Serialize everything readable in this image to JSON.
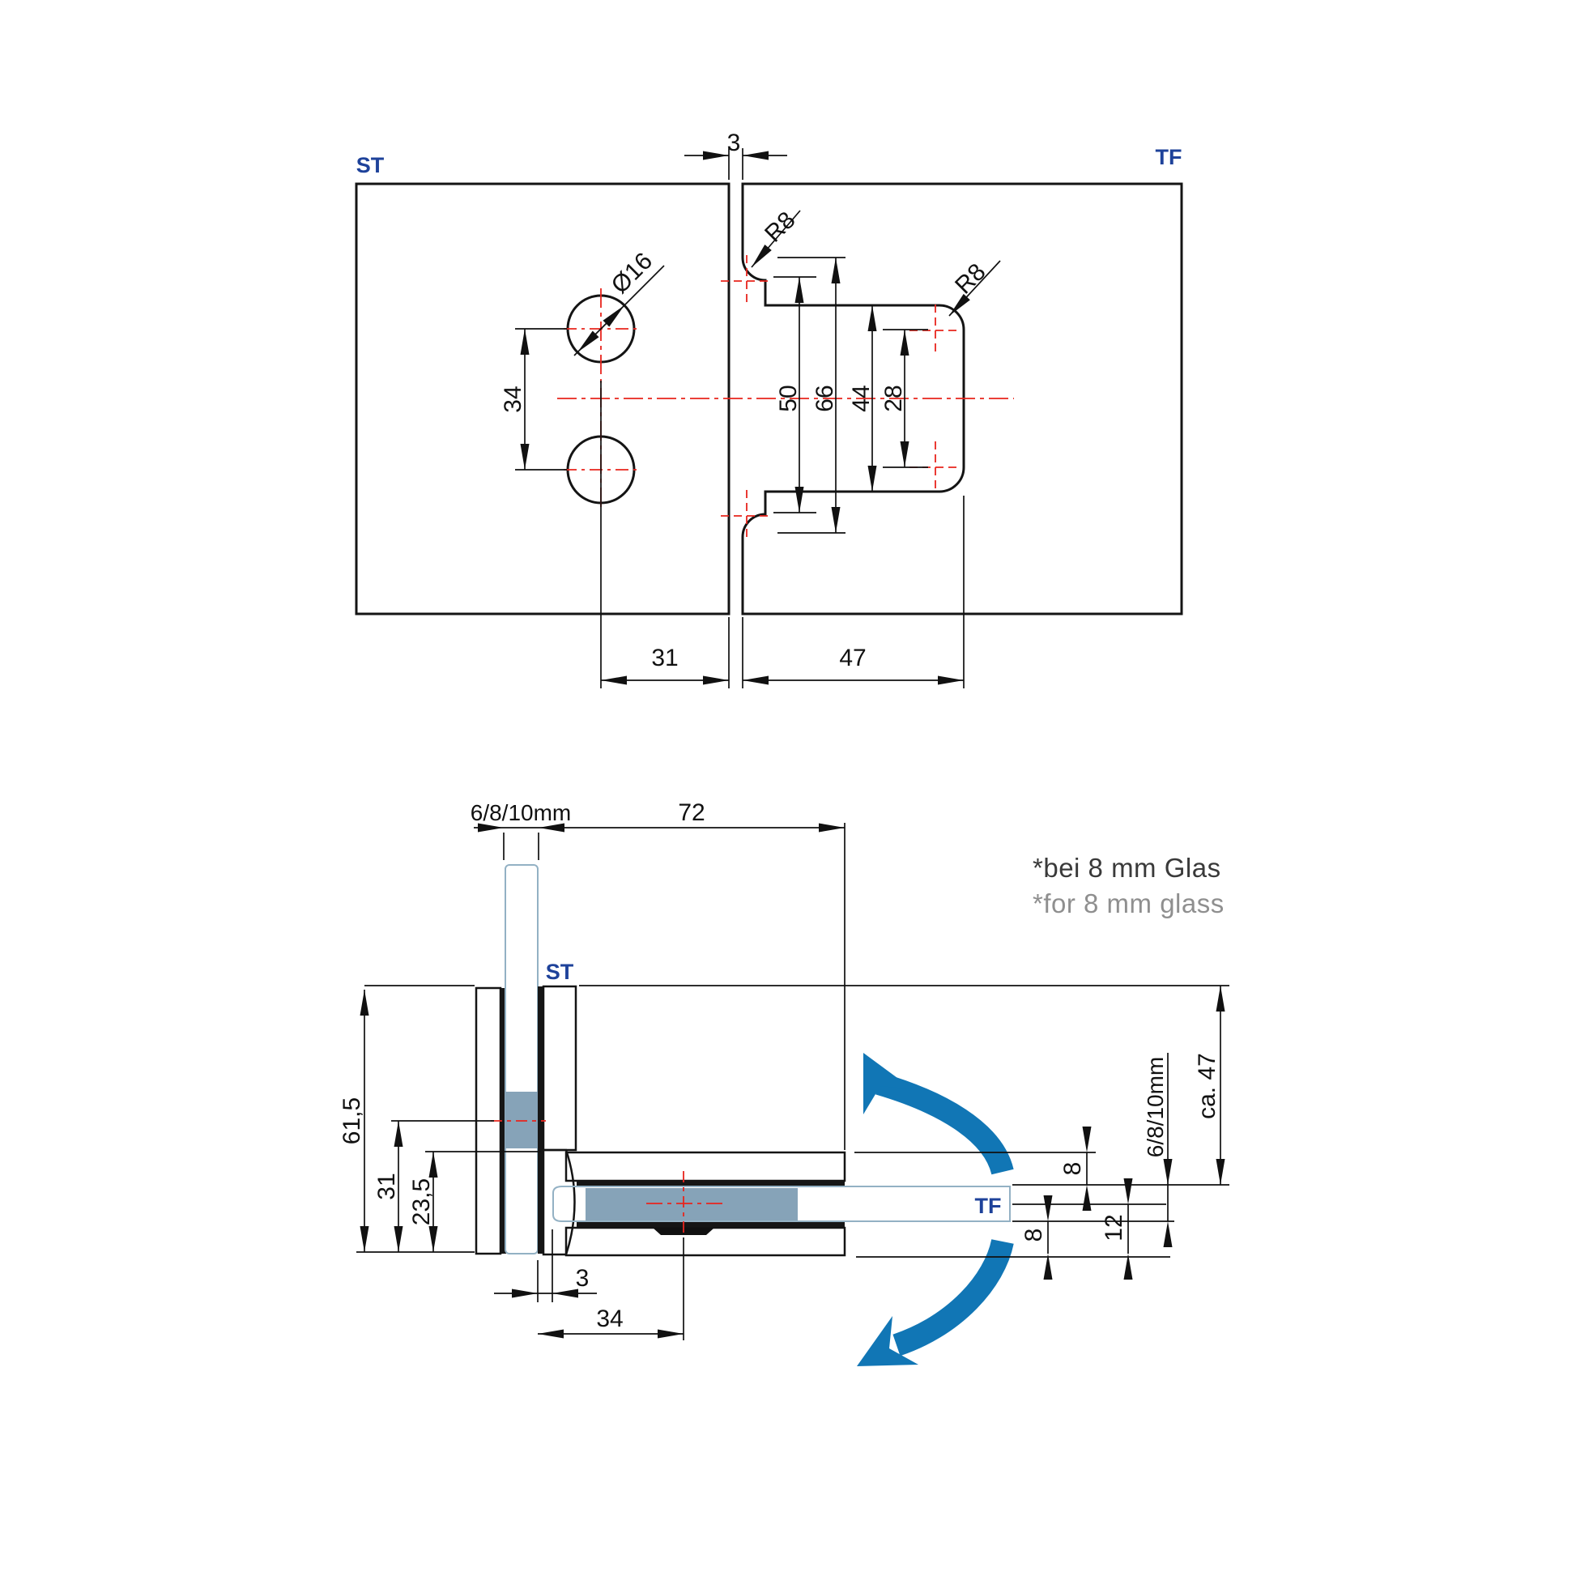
{
  "top_view": {
    "panel_left_label": "ST",
    "panel_right_label": "TF",
    "dim_gap": "3",
    "dim_hole_diameter": "Ø16",
    "dim_hole_spacing": "34",
    "dim_radius_top": "R8",
    "dim_radius_right": "R8",
    "dim_cutout_inner_height": "50",
    "dim_cutout_outer_height": "66",
    "dim_cutout_wide_height": "44",
    "dim_cutout_center_span": "28",
    "dim_hole_edge_distance": "31",
    "dim_cutout_depth": "47"
  },
  "side_view": {
    "panel_vertical_label": "ST",
    "panel_horizontal_label": "TF",
    "dim_glass_thickness_top": "6/8/10mm",
    "dim_total_depth": "72",
    "dim_total_height": "61,5",
    "dim_axis_height": "31",
    "dim_body_height": "23,5",
    "dim_glass_gap": "3",
    "dim_screw_distance": "34",
    "dim_plate_top": "8",
    "dim_plate_bottom": "8",
    "dim_axis_to_face": "12",
    "dim_glass_thickness_right": "6/8/10mm",
    "dim_swing_radius": "ca. 47",
    "note_de": "*bei 8 mm Glas",
    "note_en": "*for 8 mm glass"
  },
  "colors": {
    "label_blue": "#1e429a",
    "arrow_blue": "#1176b5",
    "centerline_red": "#e8251d",
    "glass_blue": "#94d0ef",
    "metal_gray": "#9a9a9a"
  }
}
